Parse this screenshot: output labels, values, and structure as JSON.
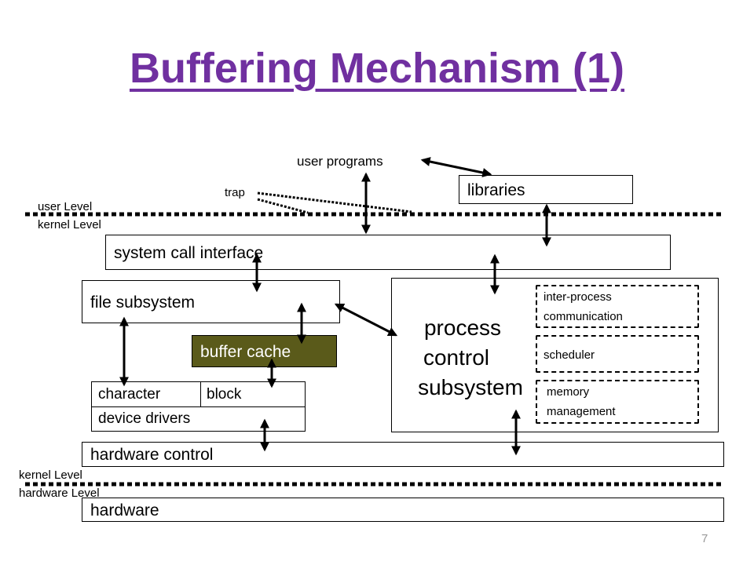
{
  "title": "Buffering Mechanism (1)",
  "labels": {
    "user_programs": "user programs",
    "trap": "trap",
    "user_level": "user Level",
    "kernel_level_top": "kernel Level",
    "kernel_level_bottom": "kernel Level",
    "hardware_level": "hardware Level"
  },
  "boxes": {
    "libraries": "libraries",
    "system_call_interface": "system call interface",
    "file_subsystem": "file subsystem",
    "buffer_cache": "buffer cache",
    "character": "character",
    "block": "block",
    "device_drivers": "device drivers",
    "hardware_control": "hardware control",
    "hardware": "hardware"
  },
  "process_control": {
    "line1": "process",
    "line2": "control",
    "line3": "subsystem",
    "ipc_line1": "inter-process",
    "ipc_line2": "communication",
    "scheduler": "scheduler",
    "memory_line1": "memory",
    "memory_line2": "management"
  },
  "colors": {
    "title": "#7030a0",
    "buffer_cache_fill": "#5a5a1a"
  },
  "page_number": "7"
}
